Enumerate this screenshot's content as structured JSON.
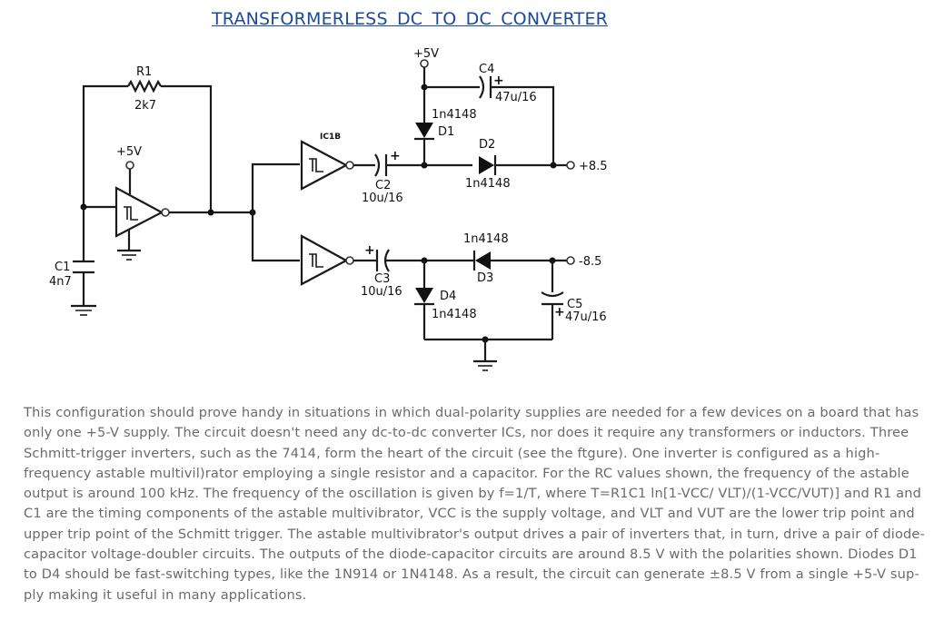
{
  "title": "TRANSFORMERLESS  DC  TO  DC  CONVERTER",
  "schematic": {
    "r1": {
      "ref": "R1",
      "value": "2k7"
    },
    "c1": {
      "ref": "C1",
      "value": "4n7"
    },
    "c2": {
      "ref": "C2",
      "value": "10u/16"
    },
    "c3": {
      "ref": "C3",
      "value": "10u/16"
    },
    "c4": {
      "ref": "C4",
      "value": "47u/16"
    },
    "c5": {
      "ref": "C5",
      "value": "47u/16"
    },
    "d1": {
      "ref": "D1",
      "value": "1n4148"
    },
    "d2": {
      "ref": "D2",
      "value": "1n4148"
    },
    "d3": {
      "ref": "D3",
      "value": "1n4148"
    },
    "d4": {
      "ref": "D4",
      "value": "1n4148"
    },
    "ic_label": "IC1B",
    "supply_left": "+5V",
    "supply_top": "+5V",
    "out_pos": "+8.5",
    "out_neg": "-8.5",
    "plus": "+"
  },
  "description": "This configuration should prove handy in situations in which dual-polarity supplies are needed for a few devices on a board that has only one +5-V supply. The circuit doesn't need any dc-to-dc converter ICs, nor does it require any transformers or inductors. Three Schmitt-trigger inverters, such as the 7414, form the heart of the circuit (see the ftgure). One inverter is configured as a high-frequency astable multivil)rator employing a single resistor and a capacitor. For the RC values shown, the frequency of the astable output is around 100 kHz. The frequency of the oscillation is given by f=1/T, where T=R1C1 ln[1-VCC/ VLT)/(1-VCC/VUT)] and R1 and C1 are the timing components of the astable multivibrator, VCC is the supply voltage, and VLT and VUT are the lower trip point and upper trip point of the Schmitt trigger. The astable multivibrator's output drives a pair of inverters that, in turn, drive a pair of diode-capacitor voltage-doubler circuits. The outputs of the diode-capacitor circuits are around 8.5 V with the polarities shown. Diodes D1 to D4 should be fast-switching types, like the 1N914 or 1N4148. As a result, the circuit can generate ±8.5 V from a single +5-V sup-ply making it useful in many applications."
}
